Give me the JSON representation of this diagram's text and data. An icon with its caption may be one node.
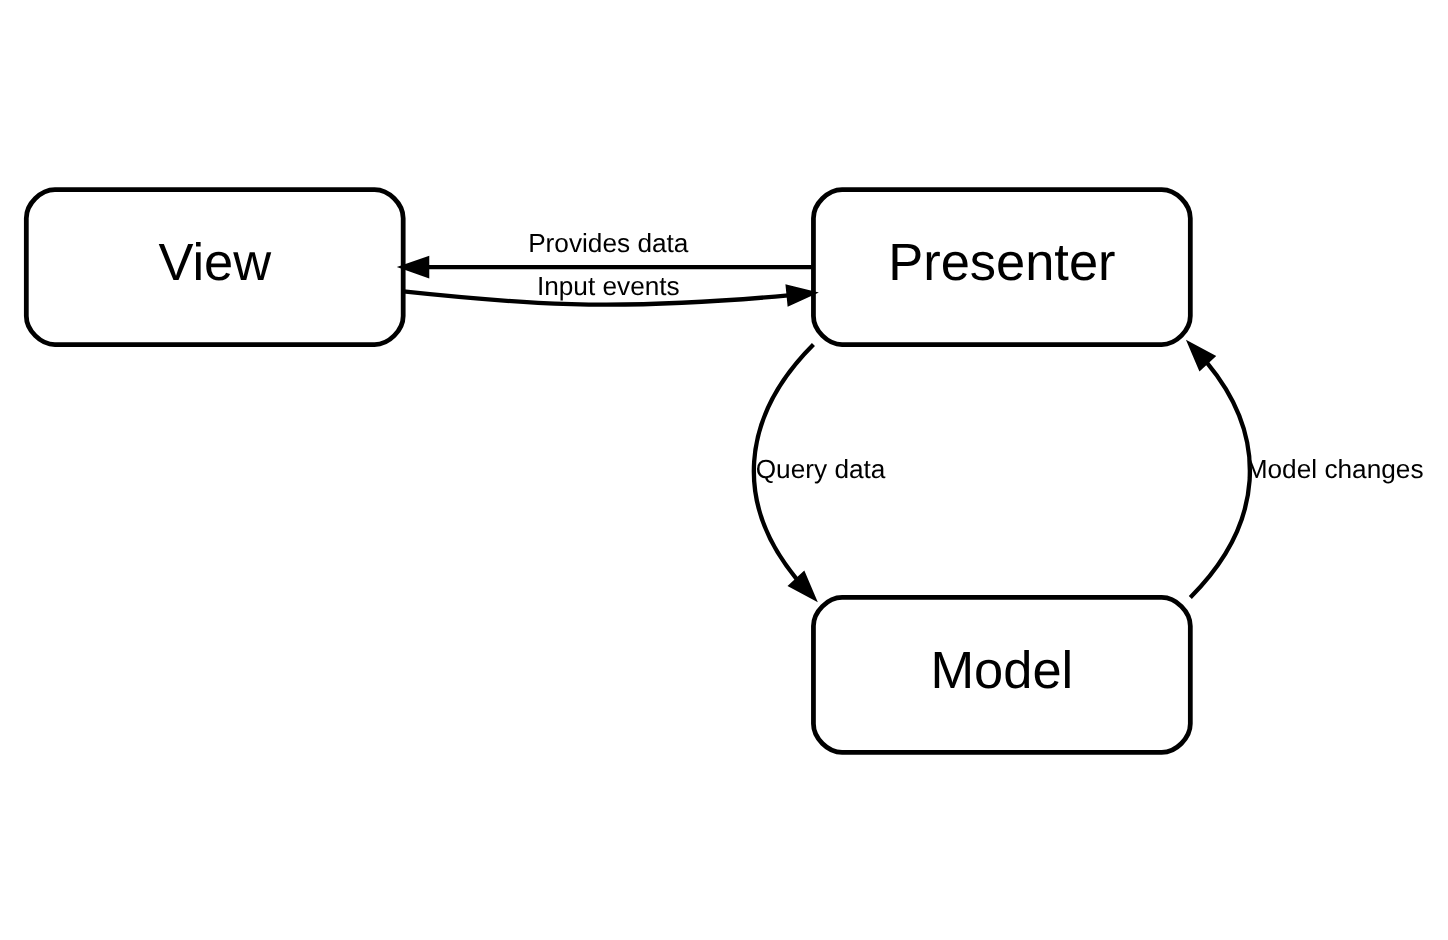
{
  "diagram": {
    "nodes": [
      {
        "text": [
          "View"
        ]
      },
      {
        "text": [
          "Presenter"
        ]
      },
      {
        "text": [
          "Model"
        ]
      }
    ],
    "edges": [
      {
        "from": 0,
        "to": 1,
        "arrow": "to",
        "label": "Input events"
      },
      {
        "from": 1,
        "to": 0,
        "arrow": "to",
        "label": "Provides data"
      },
      {
        "from": 1,
        "to": 2,
        "arrow": "to",
        "label": "Query data"
      },
      {
        "from": 2,
        "to": 1,
        "arrow": "to",
        "label": "Model changes"
      }
    ]
  }
}
